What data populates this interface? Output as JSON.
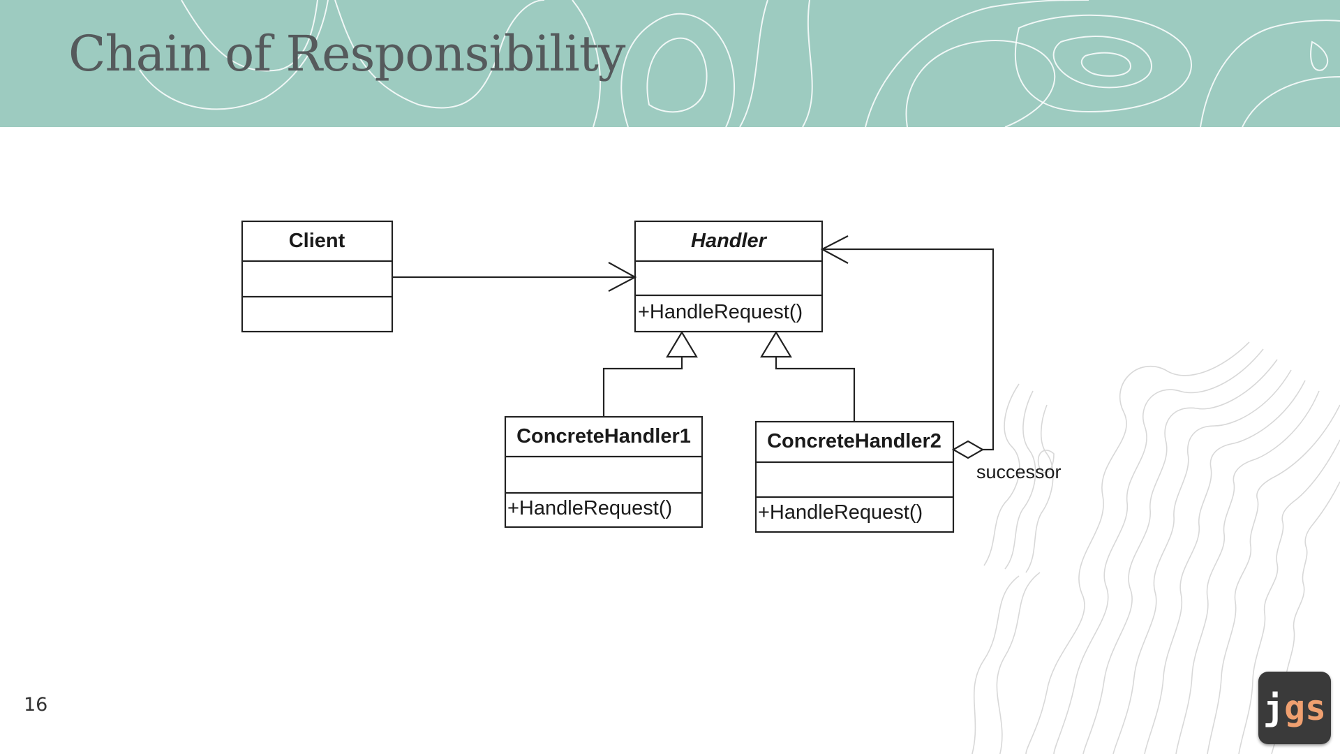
{
  "slide": {
    "title": "Chain of Responsibility",
    "page_number": "16",
    "logo": {
      "part1": "j",
      "part2": "gs"
    }
  },
  "diagram": {
    "classes": [
      {
        "id": "client",
        "name": "Client",
        "italic": false,
        "operations": []
      },
      {
        "id": "handler",
        "name": "Handler",
        "italic": true,
        "operations": [
          "+HandleRequest()"
        ]
      },
      {
        "id": "concrete1",
        "name": "ConcreteHandler1",
        "italic": false,
        "operations": [
          "+HandleRequest()"
        ]
      },
      {
        "id": "concrete2",
        "name": "ConcreteHandler2",
        "italic": false,
        "operations": [
          "+HandleRequest()"
        ]
      }
    ],
    "relations": [
      {
        "type": "association",
        "from": "Client",
        "to": "Handler"
      },
      {
        "type": "generalization",
        "from": "ConcreteHandler1",
        "to": "Handler"
      },
      {
        "type": "generalization",
        "from": "ConcreteHandler2",
        "to": "Handler"
      },
      {
        "type": "aggregation",
        "from": "ConcreteHandler2",
        "to": "Handler",
        "label": "successor"
      }
    ],
    "successor_label": "successor"
  },
  "colors": {
    "header_bg": "#9dcbc0",
    "title_text": "#555a5c",
    "logo_bg": "#3a3a3a",
    "logo_accent": "#f0a070"
  }
}
